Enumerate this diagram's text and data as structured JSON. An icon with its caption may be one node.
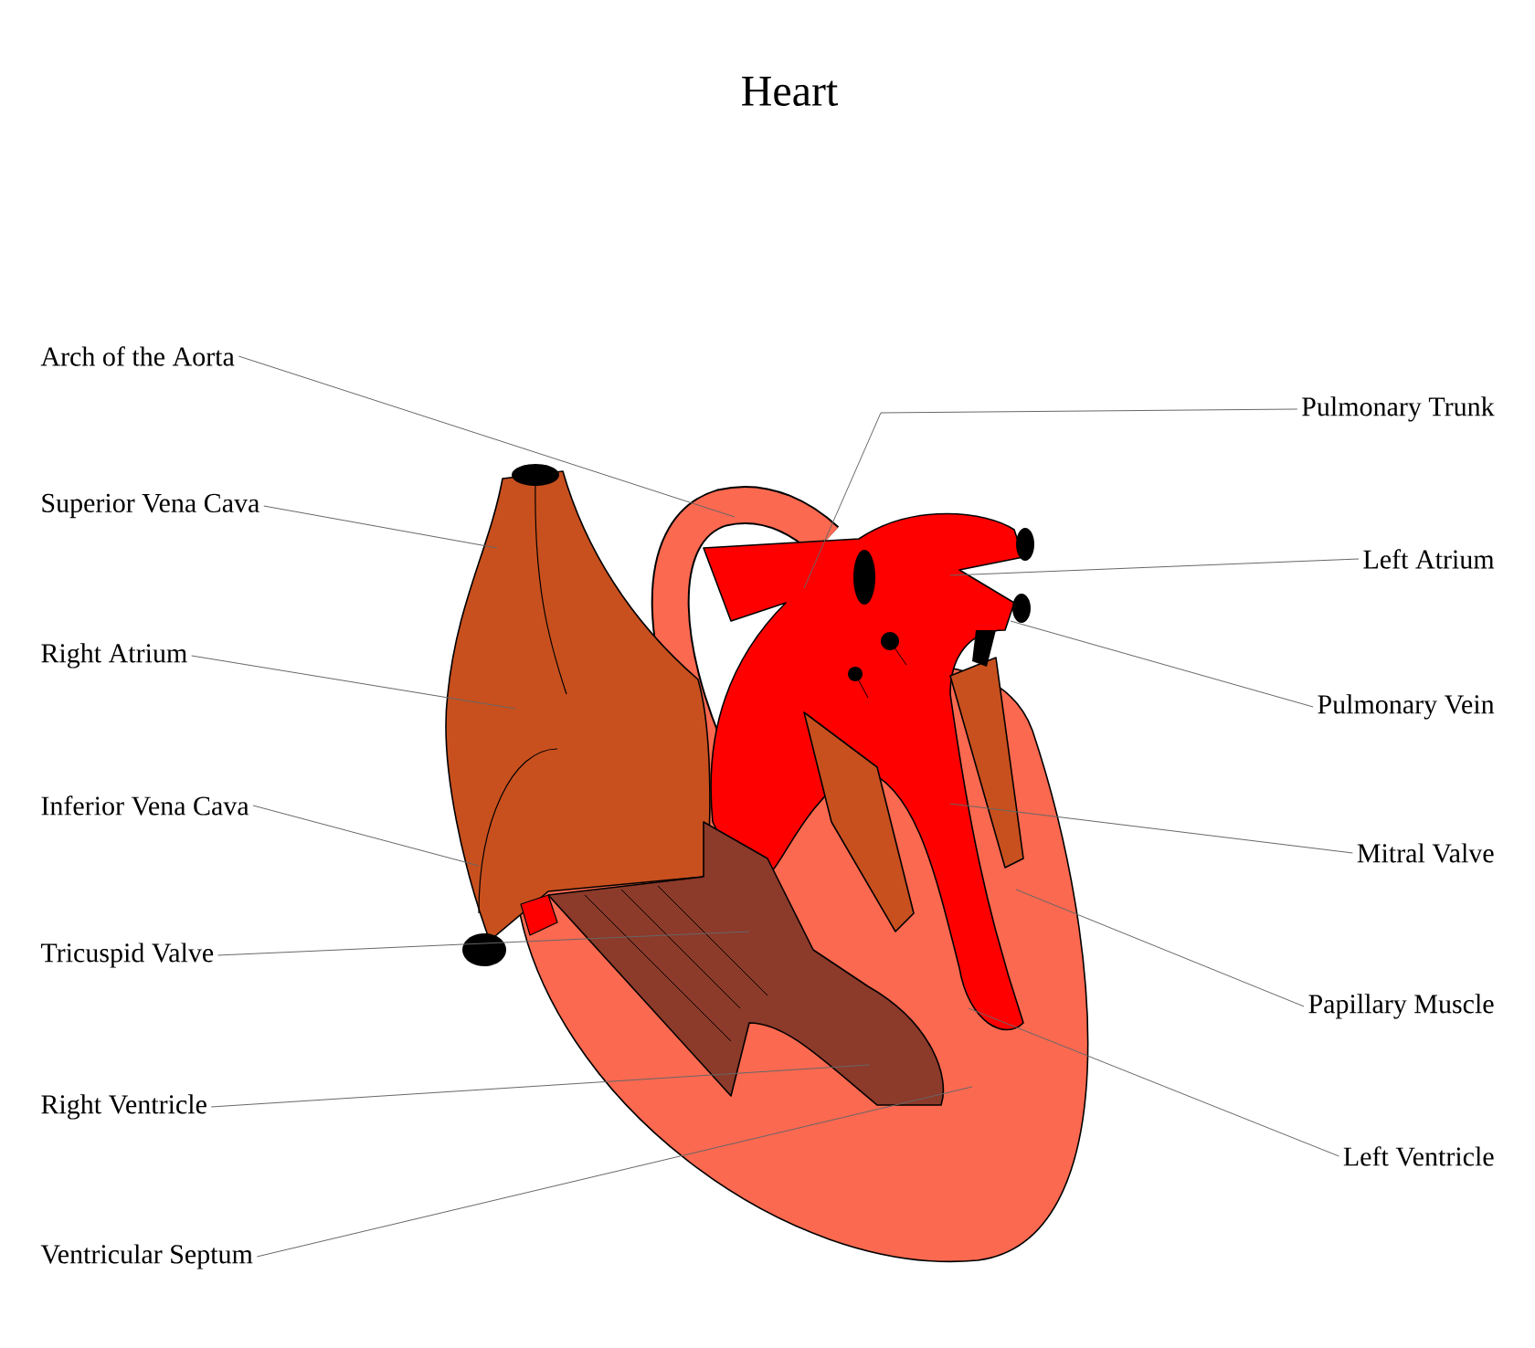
{
  "diagram": {
    "title": "Heart",
    "nodes": [
      {
        "text": [
          "Arch of the Aorta"
        ]
      },
      {
        "text": [
          "Superior Vena Cava"
        ]
      },
      {
        "text": [
          "Right Atrium"
        ]
      },
      {
        "text": [
          "Inferior Vena Cava"
        ]
      },
      {
        "text": [
          "Tricuspid Valve"
        ]
      },
      {
        "text": [
          "Right Ventricle"
        ]
      },
      {
        "text": [
          "Ventricular Septum"
        ]
      },
      {
        "text": [
          "Pulmonary Trunk"
        ]
      },
      {
        "text": [
          "Left Atrium"
        ]
      },
      {
        "text": [
          "Pulmonary Vein"
        ]
      },
      {
        "text": [
          "Mitral Valve"
        ]
      },
      {
        "text": [
          "Papillary Muscle"
        ]
      },
      {
        "text": [
          "Left Ventricle"
        ]
      }
    ],
    "edges": [
      {
        "from": 0,
        "to": null,
        "arrow": "none"
      },
      {
        "from": 1,
        "to": null,
        "arrow": "none"
      },
      {
        "from": 2,
        "to": null,
        "arrow": "none"
      },
      {
        "from": 3,
        "to": null,
        "arrow": "none"
      },
      {
        "from": 4,
        "to": null,
        "arrow": "none"
      },
      {
        "from": 5,
        "to": null,
        "arrow": "none"
      },
      {
        "from": 6,
        "to": null,
        "arrow": "none"
      },
      {
        "from": 7,
        "to": null,
        "arrow": "none"
      },
      {
        "from": 8,
        "to": null,
        "arrow": "none"
      },
      {
        "from": 9,
        "to": null,
        "arrow": "none"
      },
      {
        "from": 10,
        "to": null,
        "arrow": "none"
      },
      {
        "from": 11,
        "to": null,
        "arrow": "none"
      },
      {
        "from": 12,
        "to": null,
        "arrow": "none"
      }
    ]
  }
}
